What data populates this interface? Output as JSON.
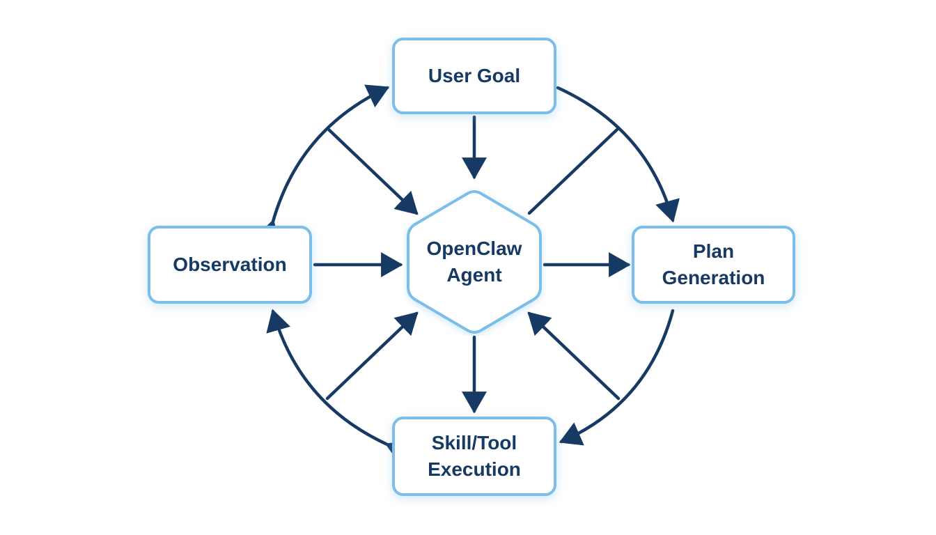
{
  "diagram": {
    "title": "",
    "colors": {
      "arrow": "#163a63",
      "node_border": "#7cbde9",
      "text": "#163a63",
      "background": "#ffffff"
    },
    "hub": {
      "line1": "OpenClaw",
      "line2": "Agent"
    },
    "nodes": {
      "user_goal": {
        "line1": "User Goal"
      },
      "observation": {
        "line1": "Observation"
      },
      "plan": {
        "line1": "Plan",
        "line2": "Generation"
      },
      "skill": {
        "line1": "Skill/Tool",
        "line2": "Execution"
      }
    },
    "edges": [
      {
        "from": "User Goal",
        "to": "OpenClaw Agent"
      },
      {
        "from": "Observation",
        "to": "OpenClaw Agent"
      },
      {
        "from": "OpenClaw Agent",
        "to": "Plan Generation"
      },
      {
        "from": "OpenClaw Agent",
        "to": "Skill/Tool Execution"
      },
      {
        "from": "User Goal",
        "to": "Plan Generation"
      },
      {
        "from": "Plan Generation",
        "to": "Skill/Tool Execution"
      },
      {
        "from": "Skill/Tool Execution",
        "to": "Observation"
      },
      {
        "from": "Observation",
        "to": "User Goal"
      }
    ]
  }
}
